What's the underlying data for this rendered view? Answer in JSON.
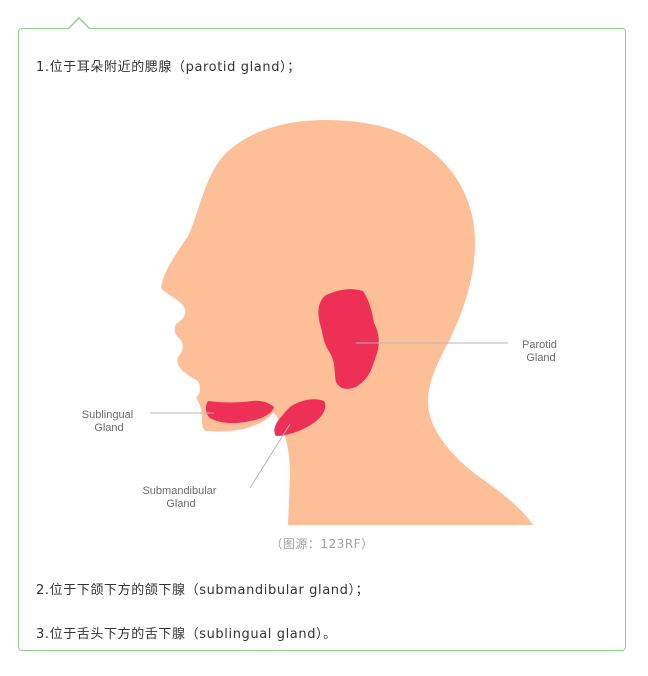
{
  "article": {
    "line1": "1.位于耳朵附近的腮腺（parotid gland）；",
    "caption": "（图源：123RF）",
    "line2": "2.位于下颌下方的颌下腺（submandibular gland）；",
    "line3": "3.位于舌头下方的舌下腺（sublingual gland）。"
  },
  "figure": {
    "parotid_label_1": "Parotid",
    "parotid_label_2": "Gland",
    "sublingual_label_1": "Sublingual",
    "sublingual_label_2": "Gland",
    "submandibular_label_1": "Submandibular",
    "submandibular_label_2": "Gland"
  },
  "colors": {
    "border": "#8fd08a",
    "skin": "#fdbf98",
    "gland": "#ee2f56",
    "text": "#333333",
    "caption": "#a0a0a0"
  }
}
